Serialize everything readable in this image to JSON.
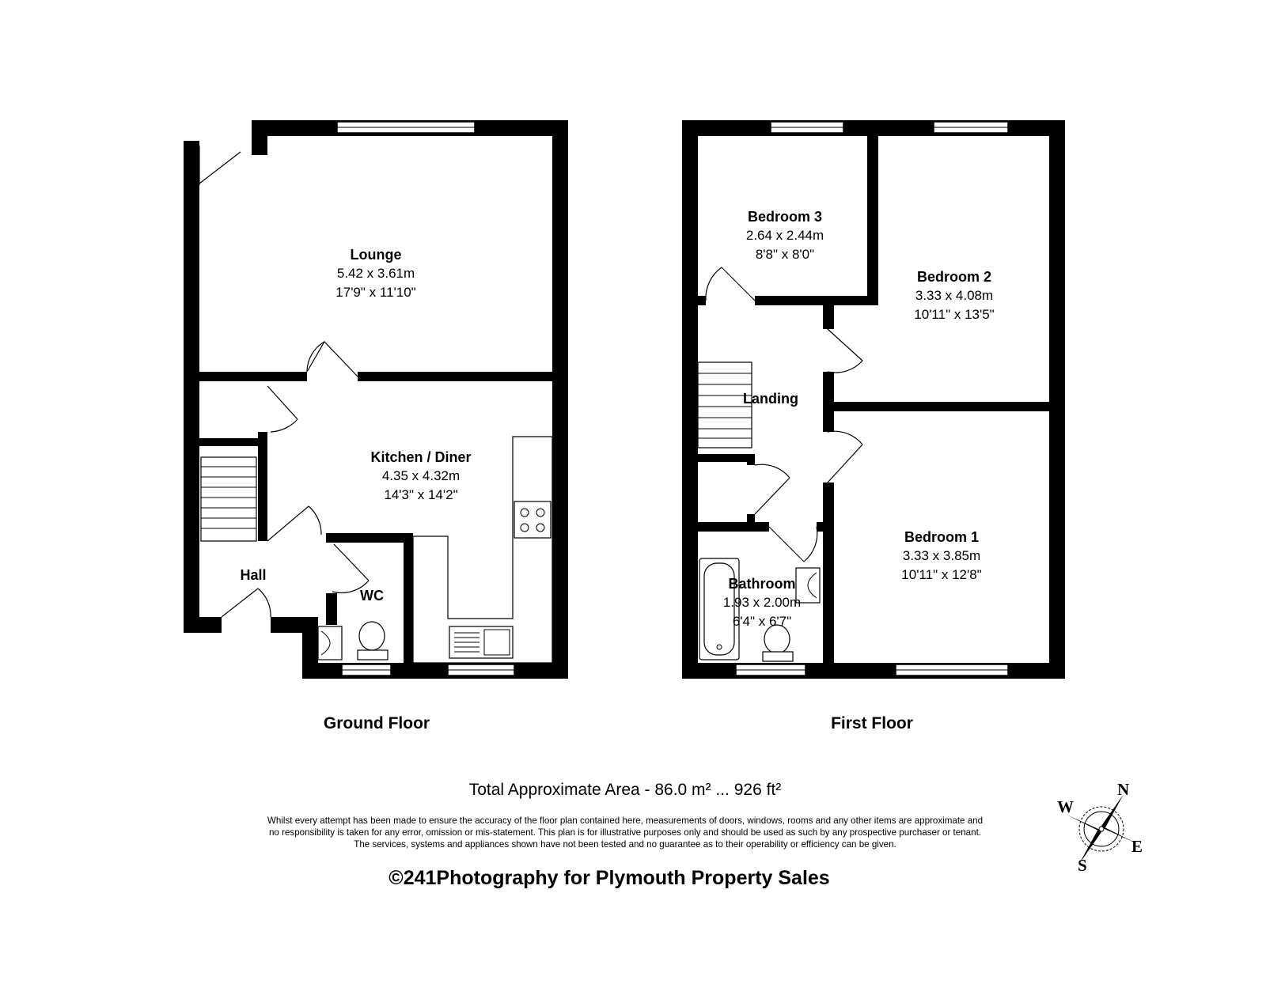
{
  "floors": {
    "ground": {
      "label": "Ground Floor",
      "rooms": {
        "lounge": {
          "name": "Lounge",
          "metric": "5.42 x 3.61m",
          "imperial": "17'9\" x 11'10\""
        },
        "kitchen": {
          "name": "Kitchen / Diner",
          "metric": "4.35 x 4.32m",
          "imperial": "14'3\" x 14'2\""
        },
        "hall": {
          "name": "Hall"
        },
        "wc": {
          "name": "WC"
        }
      }
    },
    "first": {
      "label": "First Floor",
      "rooms": {
        "bedroom3": {
          "name": "Bedroom 3",
          "metric": "2.64 x 2.44m",
          "imperial": "8'8\" x 8'0\""
        },
        "bedroom2": {
          "name": "Bedroom 2",
          "metric": "3.33 x 4.08m",
          "imperial": "10'11\" x 13'5\""
        },
        "landing": {
          "name": "Landing"
        },
        "bedroom1": {
          "name": "Bedroom 1",
          "metric": "3.33 x 3.85m",
          "imperial": "10'11\" x 12'8\""
        },
        "bathroom": {
          "name": "Bathroom",
          "metric": "1.93 x 2.00m",
          "imperial": "6'4\" x 6'7\""
        }
      }
    }
  },
  "footer": {
    "total_area": "Total Approximate Area - 86.0 m² ... 926 ft²",
    "disclaimer": [
      "Whilst every attempt has been made to ensure the accuracy of the floor plan contained here, measurements of doors, windows, rooms and any other items are approximate and",
      "no responsibility is taken for any error, omission or mis-statement. This plan is for illustrative purposes only and should be used as such by any prospective purchaser or tenant.",
      "The services, systems and appliances shown have not been tested and no guarantee as to their operability or efficiency can be given."
    ],
    "credit": "©241Photography for Plymouth Property Sales"
  },
  "compass": {
    "north": "N",
    "east": "E",
    "south": "S",
    "west": "W"
  }
}
